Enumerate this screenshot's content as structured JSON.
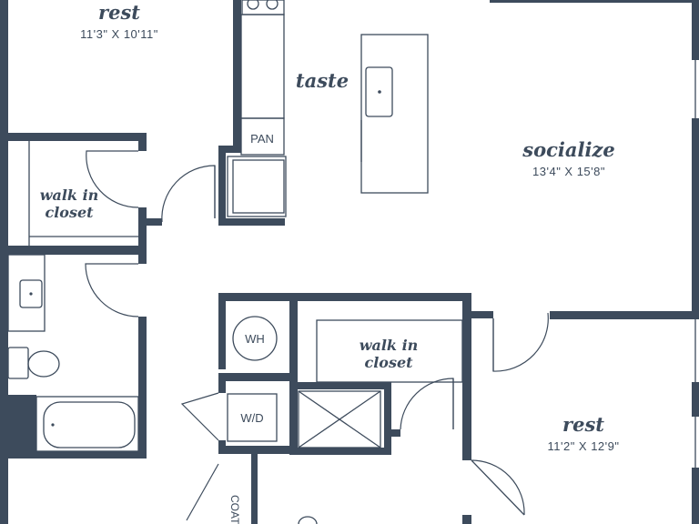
{
  "rooms": {
    "bedroom_top": {
      "name": "rest",
      "dims": "11'3\" X 10'11\""
    },
    "kitchen": {
      "name": "taste"
    },
    "living": {
      "name": "socialize",
      "dims": "13'4\" X 15'8\""
    },
    "closet_left": {
      "name_line1": "walk in",
      "name_line2": "closet"
    },
    "closet_right": {
      "name_line1": "walk in",
      "name_line2": "closet"
    },
    "bedroom_bottom": {
      "name": "rest",
      "dims": "11'2\" X 12'9\""
    }
  },
  "fixtures": {
    "pantry": "PAN",
    "water_heater": "WH",
    "washer_dryer": "W/D",
    "coat": "COAT"
  },
  "colors": {
    "wall": "#3d4b5c",
    "background": "#ffffff"
  }
}
